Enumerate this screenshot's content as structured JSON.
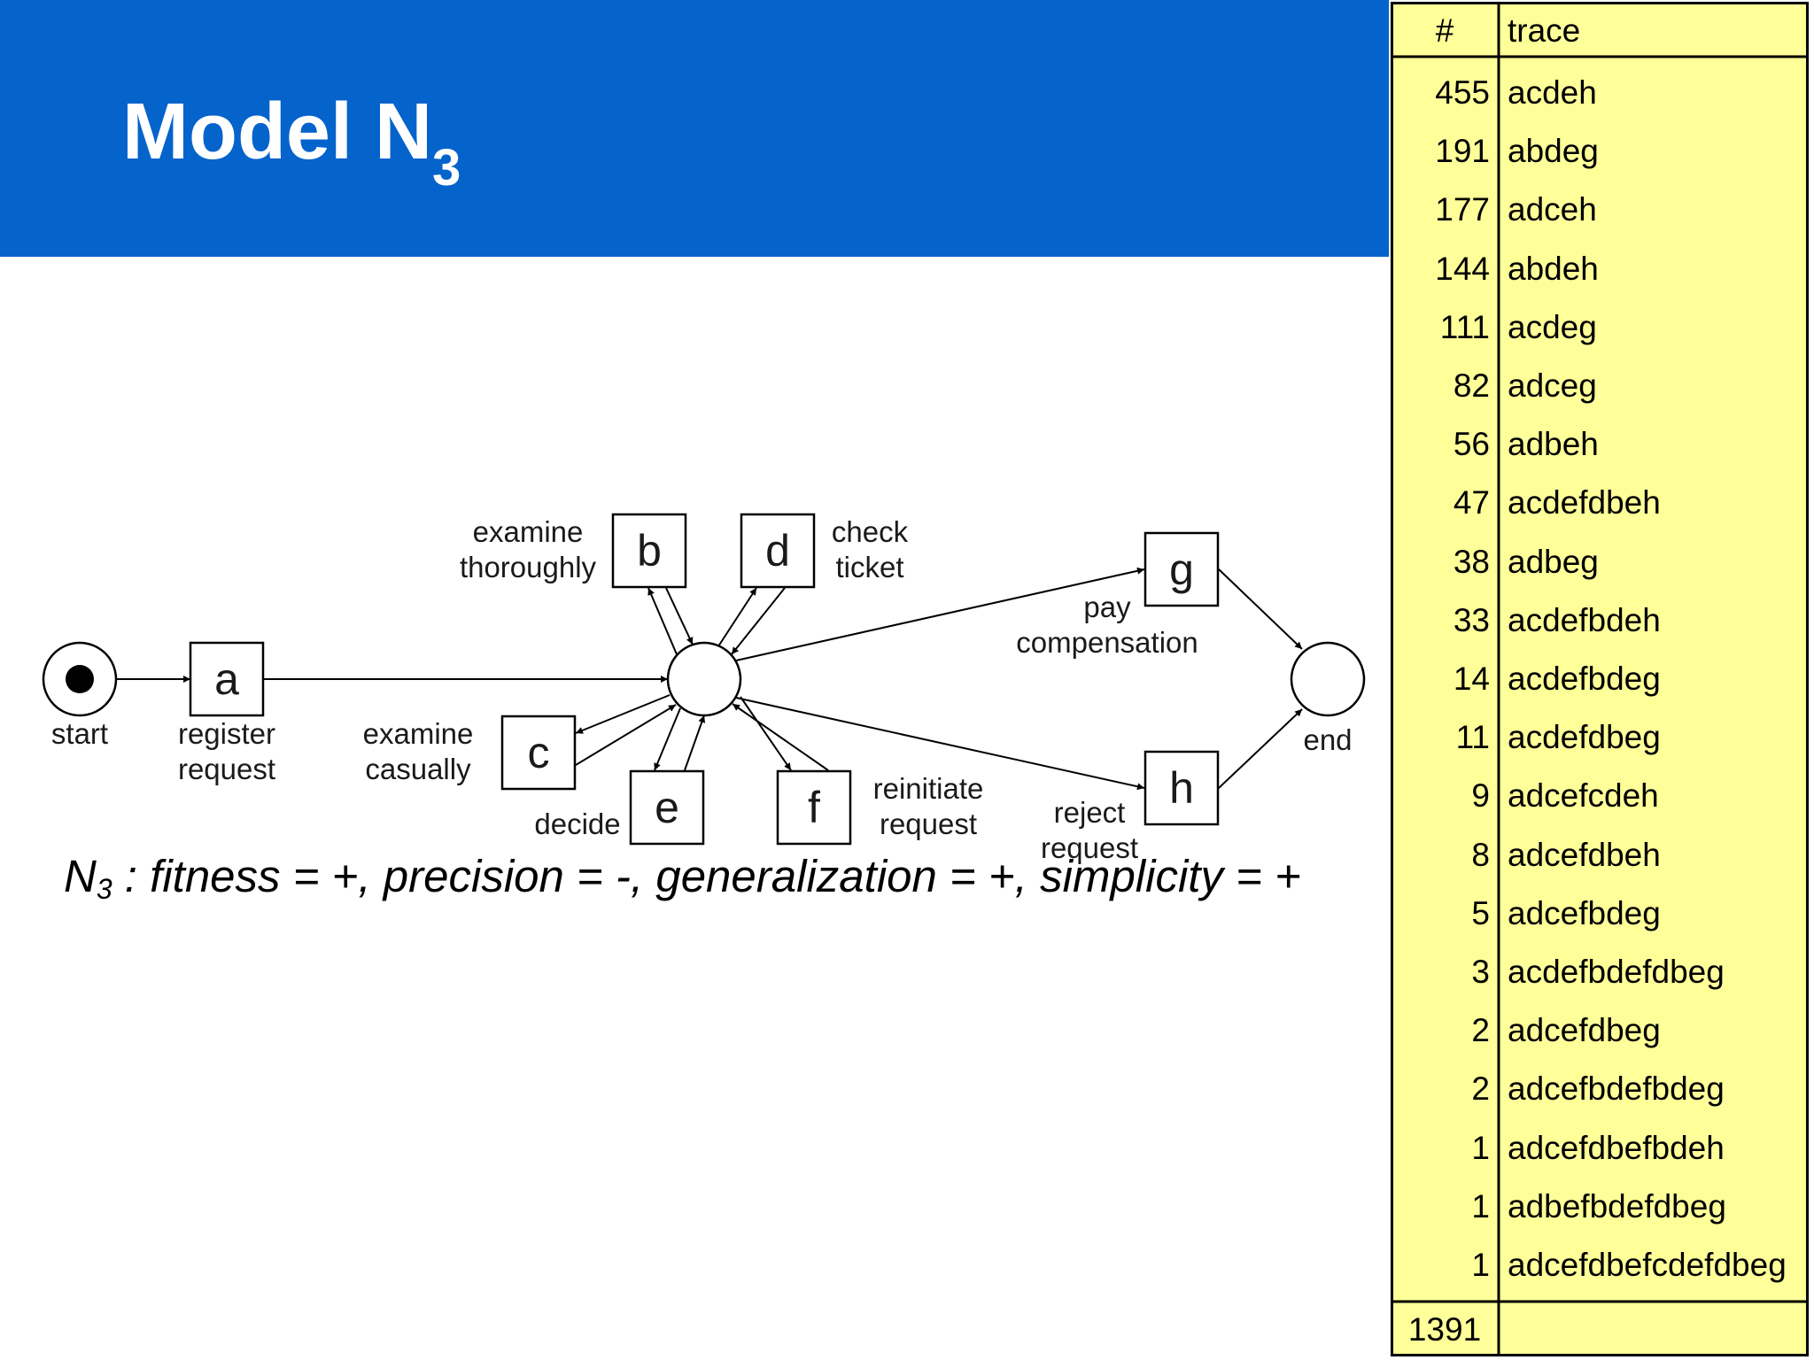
{
  "title": {
    "text": "Model N",
    "subscript": "3"
  },
  "formula": {
    "model": "N",
    "model_sub": "3",
    "text": " : fitness = +, precision = -, generalization = +, simplicity = +"
  },
  "diagram": {
    "places": {
      "start": "start",
      "end": "end"
    },
    "transitions": [
      {
        "id": "a",
        "letter": "a",
        "label": [
          "register",
          "request"
        ]
      },
      {
        "id": "b",
        "letter": "b",
        "label": [
          "examine",
          "thoroughly"
        ]
      },
      {
        "id": "c",
        "letter": "c",
        "label": [
          "examine",
          "casually"
        ]
      },
      {
        "id": "d",
        "letter": "d",
        "label": [
          "check",
          "ticket"
        ]
      },
      {
        "id": "e",
        "letter": "e",
        "label": [
          "decide"
        ]
      },
      {
        "id": "f",
        "letter": "f",
        "label": [
          "reinitiate",
          "request"
        ]
      },
      {
        "id": "g",
        "letter": "g",
        "label": [
          "pay",
          "compensation"
        ]
      },
      {
        "id": "h",
        "letter": "h",
        "label": [
          "reject",
          "request"
        ]
      }
    ]
  },
  "trace_table": {
    "headers": {
      "count": "#",
      "trace": "trace"
    },
    "rows": [
      {
        "count": "455",
        "trace": "acdeh"
      },
      {
        "count": "191",
        "trace": "abdeg"
      },
      {
        "count": "177",
        "trace": "adceh"
      },
      {
        "count": "144",
        "trace": "abdeh"
      },
      {
        "count": "111",
        "trace": "acdeg"
      },
      {
        "count": "82",
        "trace": "adceg"
      },
      {
        "count": "56",
        "trace": "adbeh"
      },
      {
        "count": "47",
        "trace": "acdefdbeh"
      },
      {
        "count": "38",
        "trace": "adbeg"
      },
      {
        "count": "33",
        "trace": "acdefbdeh"
      },
      {
        "count": "14",
        "trace": "acdefbdeg"
      },
      {
        "count": "11",
        "trace": "acdefdbeg"
      },
      {
        "count": "9",
        "trace": "adcefcdeh"
      },
      {
        "count": "8",
        "trace": "adcefdbeh"
      },
      {
        "count": "5",
        "trace": "adcefbdeg"
      },
      {
        "count": "3",
        "trace": "acdefbdefdbeg"
      },
      {
        "count": "2",
        "trace": "adcefdbeg"
      },
      {
        "count": "2",
        "trace": "adcefbdefbdeg"
      },
      {
        "count": "1",
        "trace": "adcefdbefbdeh"
      },
      {
        "count": "1",
        "trace": "adbefbdefdbeg"
      },
      {
        "count": "1",
        "trace": "adcefdbefcdefdbeg"
      }
    ],
    "total": "1391"
  },
  "colors": {
    "header_blue": "#0563cc",
    "table_yellow": "#ffff99",
    "title_text": "#ffffff"
  }
}
